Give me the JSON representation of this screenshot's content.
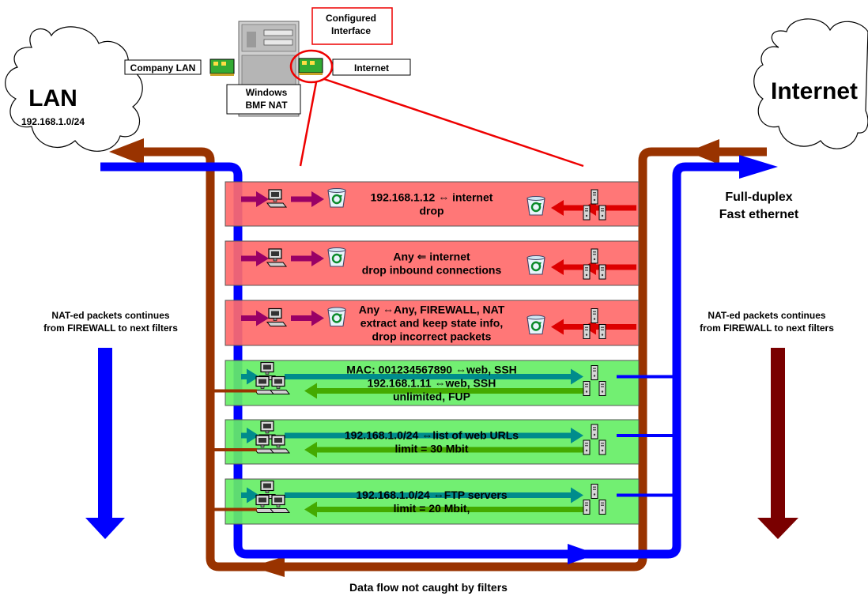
{
  "lan_cloud": {
    "title": "LAN",
    "subnet": "192.168.1.0/24"
  },
  "internet_cloud": {
    "title": "Internet"
  },
  "server": {
    "label_line1": "Windows",
    "label_line2": "BMF NAT"
  },
  "labels": {
    "company_lan": "Company LAN",
    "internet": "Internet",
    "configured_line1": "Configured",
    "configured_line2": "Interface",
    "full_duplex_line1": "Full-duplex",
    "full_duplex_line2": "Fast ethernet",
    "nat_left_line1": "NAT-ed packets continues",
    "nat_left_line2": "from FIREWALL to next filters",
    "nat_right_line1": "NAT-ed packets continues",
    "nat_right_line2": "from FIREWALL to next filters",
    "bottom": "Data flow not caught by filters"
  },
  "filters": [
    {
      "kind": "drop",
      "lines": [
        "192.168.1.12 ⇔ internet",
        "drop"
      ]
    },
    {
      "kind": "drop",
      "lines": [
        "Any ⇐ internet",
        "drop inbound connections"
      ]
    },
    {
      "kind": "drop",
      "lines": [
        "Any ⇔Any, FIREWALL, NAT",
        "extract and keep state info,",
        "drop incorrect packets"
      ]
    },
    {
      "kind": "pass",
      "lines": [
        "MAC: 001234567890 ⇔web, SSH",
        "192.168.1.11 ⇔web, SSH",
        "unlimited, FUP"
      ]
    },
    {
      "kind": "pass",
      "lines": [
        "192.168.1.0/24 ⇔list of web URLs",
        "limit = 30 Mbit"
      ]
    },
    {
      "kind": "pass",
      "lines": [
        "192.168.1.0/24 ⇔FTP servers",
        "limit = 20 Mbit,"
      ]
    }
  ],
  "colors": {
    "drop_fill": "#ff6b6b",
    "pass_fill": "#66ee66",
    "blue_flow": "#0000ff",
    "brown_flow": "#993300",
    "purple_arrow": "#990066",
    "red_arrow": "#dd0000",
    "teal_arrow": "#008c8c",
    "green_arrow": "#44aa00",
    "dark_red_arrow": "#7a0000",
    "callout_red": "#ee0000"
  }
}
